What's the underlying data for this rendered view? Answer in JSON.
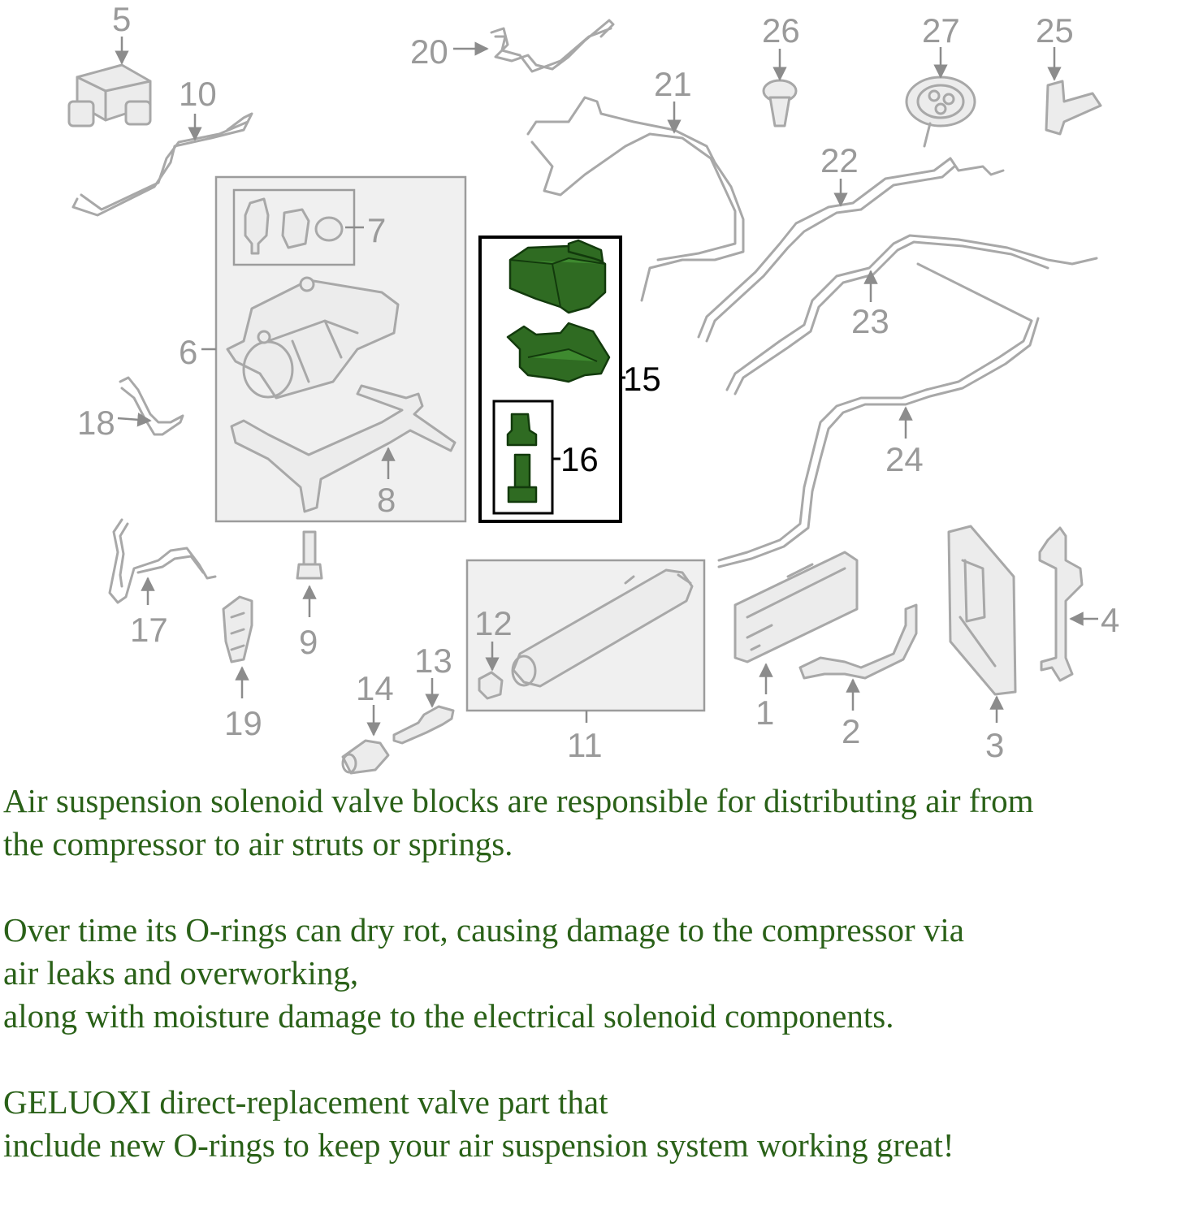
{
  "diagram": {
    "labels": [
      "5",
      "10",
      "20",
      "21",
      "26",
      "27",
      "25",
      "22",
      "7",
      "6",
      "23",
      "15",
      "18",
      "16",
      "24",
      "8",
      "9",
      "17",
      "12",
      "13",
      "14",
      "11",
      "19",
      "1",
      "2",
      "3",
      "4"
    ],
    "highlight_color": "#2f6b22",
    "callout_color": "#9a9a9a"
  },
  "description": {
    "paragraph_1": [
      "Air suspension solenoid valve blocks are responsible for distributing air from",
      "the compressor to air struts or springs."
    ],
    "paragraph_2": [
      "Over time its O-rings can dry rot, causing damage to the compressor via",
      "air leaks and overworking,",
      "along with moisture damage to the electrical solenoid components."
    ],
    "paragraph_3": [
      "GELUOXI direct-replacement valve part that",
      "include new O-rings to keep your air suspension system working great!"
    ],
    "text_color": "#2a6118"
  }
}
